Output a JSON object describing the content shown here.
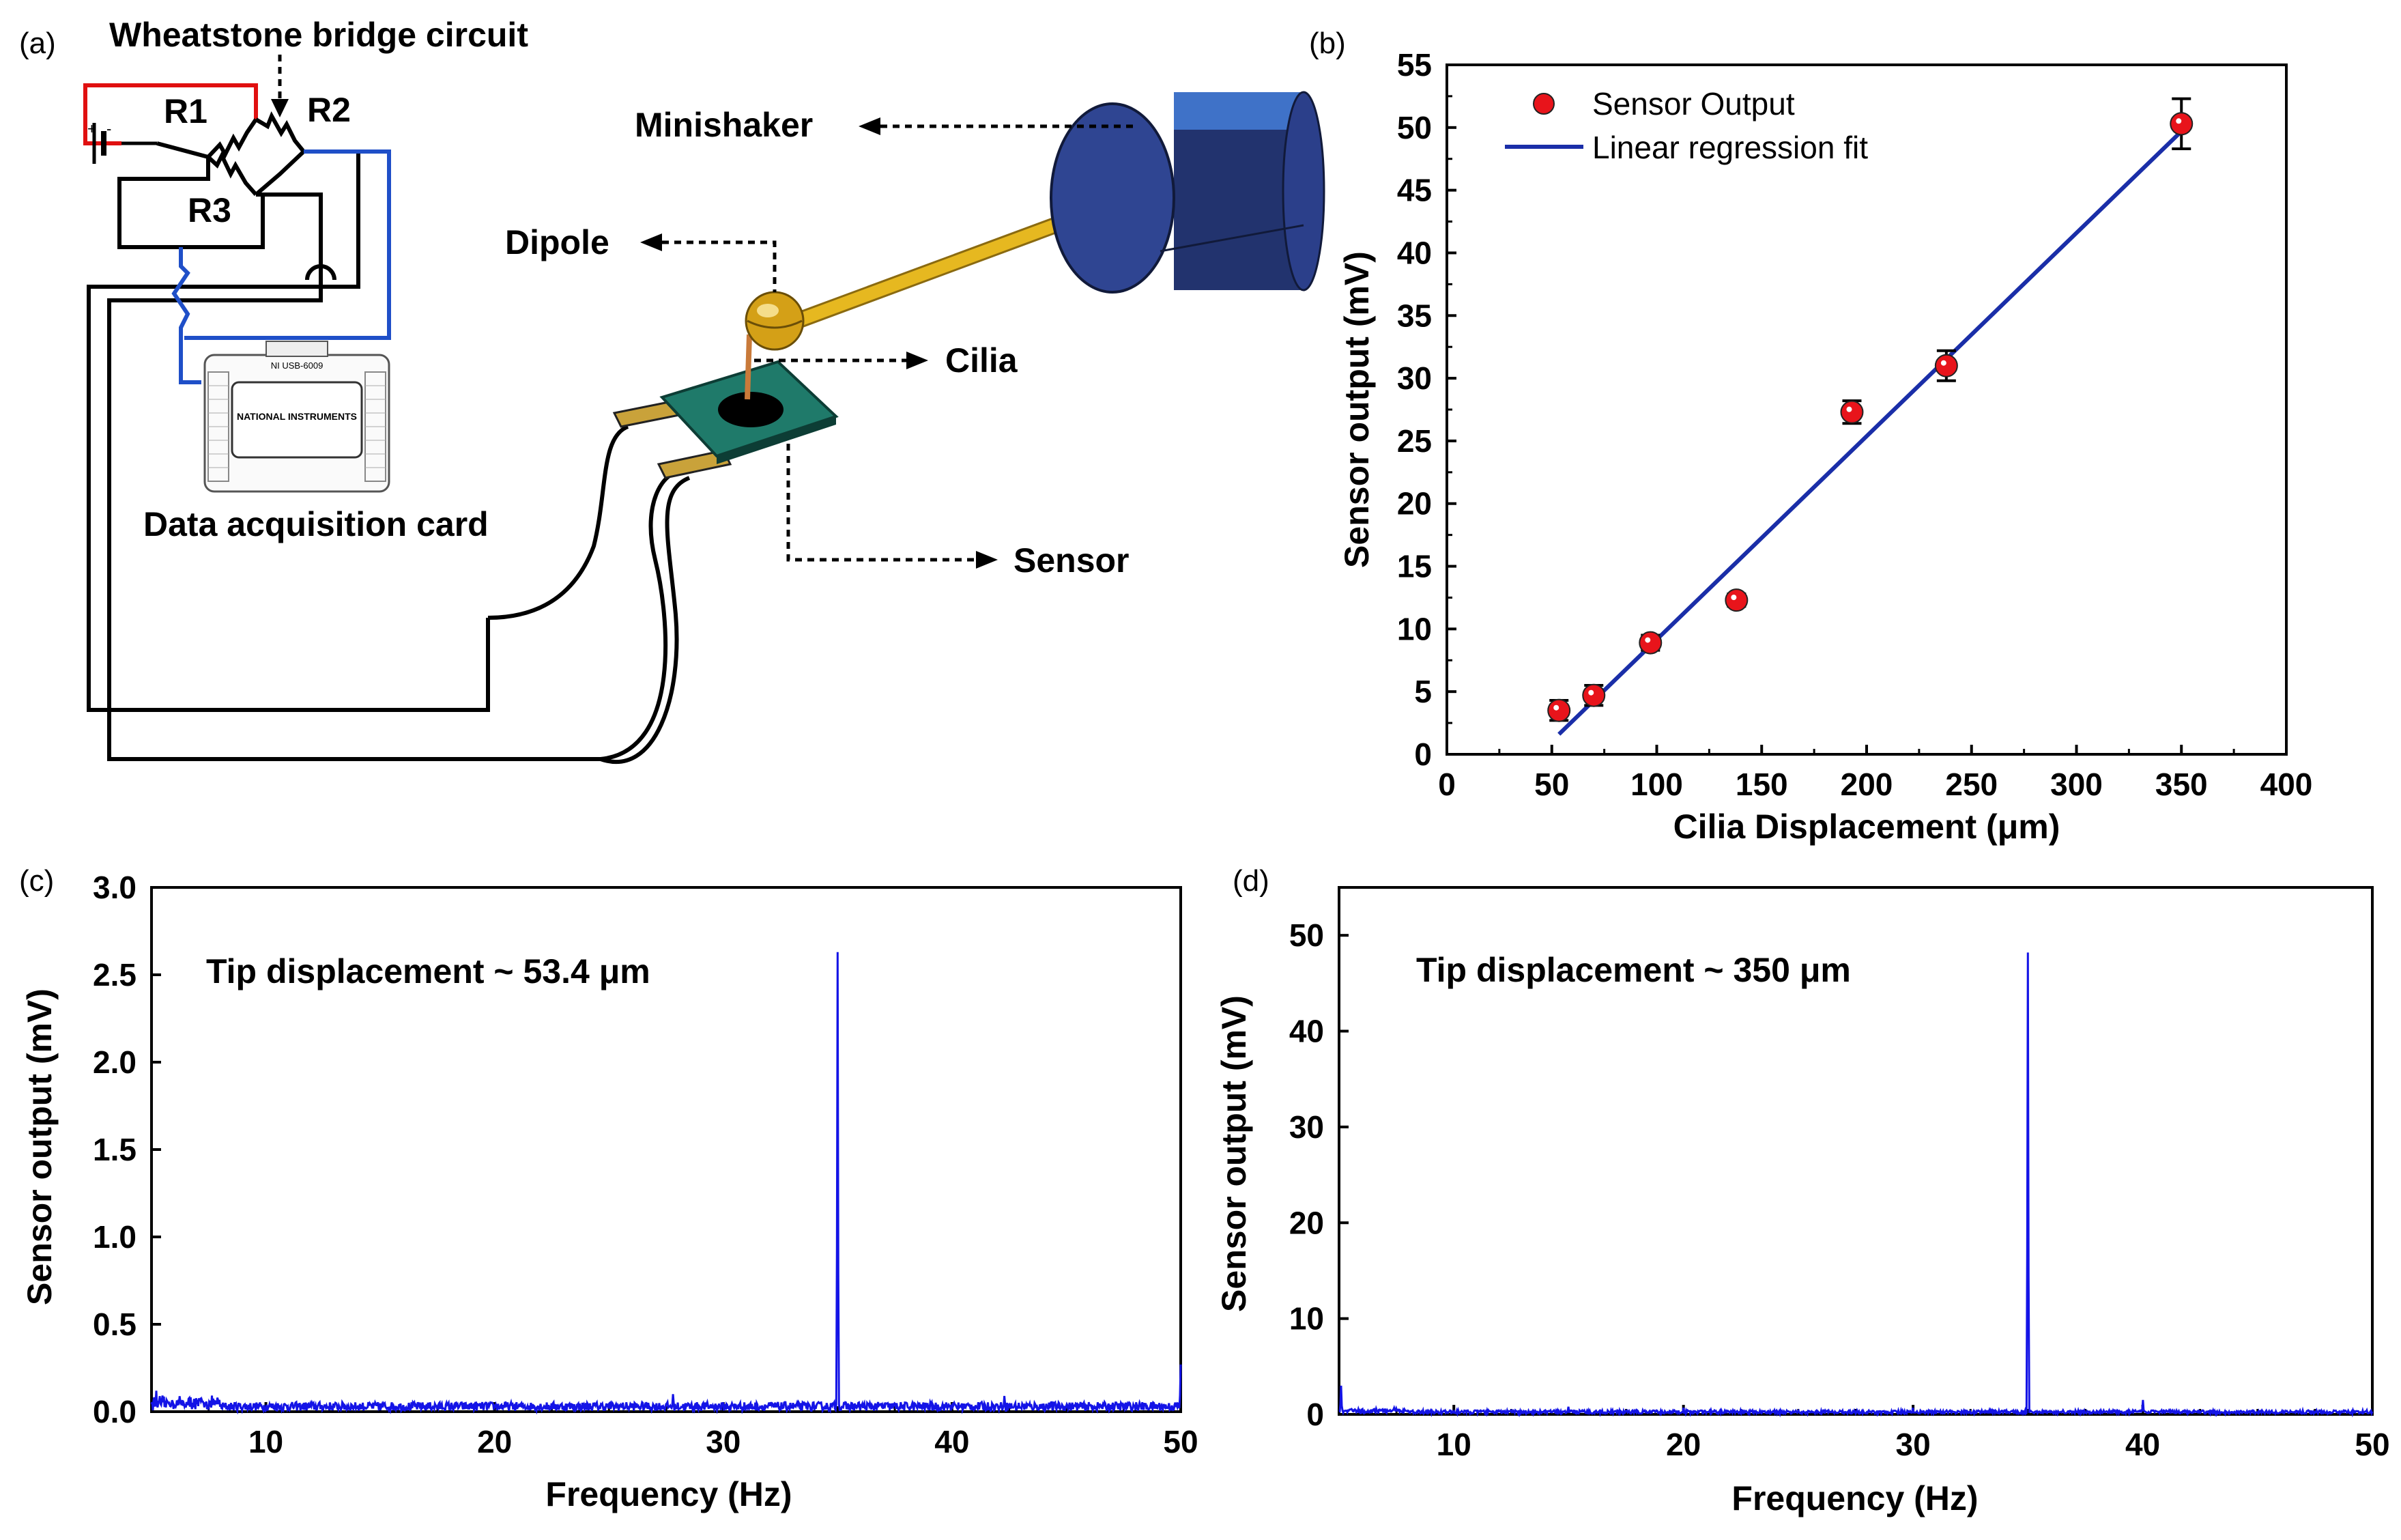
{
  "panel_labels": {
    "a": "(a)",
    "b": "(b)",
    "c": "(c)",
    "d": "(d)"
  },
  "schematic": {
    "wheatstone": "Wheatstone bridge circuit",
    "r1": "R1",
    "r2": "R2",
    "r3": "R3",
    "daq": "Data acquisition card",
    "minishaker": "Minishaker",
    "dipole": "Dipole",
    "cilia": "Cilia",
    "sensor": "Sensor",
    "daq_brand": "NATIONAL INSTRUMENTS",
    "daq_model": "NI USB-6009"
  },
  "colors": {
    "data_red": "#e8141b",
    "fit_blue": "#1a2ea8",
    "spectrum_blue": "#1414e6",
    "wire_red": "#e01010",
    "wire_blue": "#1f4fc8",
    "shaker_blue": "#2b3f8a",
    "dipole_gold": "#d4a017",
    "pcb_green": "#1f7a6a"
  },
  "chart_data": [
    {
      "id": "b",
      "type": "scatter",
      "xlabel": "Cilia Displacement (μm)",
      "ylabel": "Sensor output (mV)",
      "xlim": [
        0,
        400
      ],
      "ylim": [
        0,
        55
      ],
      "xticks": [
        0,
        50,
        100,
        150,
        200,
        250,
        300,
        350,
        400
      ],
      "yticks": [
        0,
        5,
        10,
        15,
        20,
        25,
        30,
        35,
        40,
        45,
        50,
        55
      ],
      "grid": false,
      "legend_position": "top-left",
      "series": [
        {
          "name": "Sensor Output",
          "kind": "scatter",
          "x": [
            53.4,
            70,
            97,
            138,
            193,
            238,
            350
          ],
          "y": [
            3.5,
            4.7,
            8.9,
            12.3,
            27.3,
            31.0,
            50.3
          ],
          "err": [
            0.8,
            0.8,
            0.6,
            0.5,
            0.9,
            1.2,
            2.0
          ]
        },
        {
          "name": "Linear regression fit",
          "kind": "line",
          "x": [
            53.4,
            350
          ],
          "y": [
            1.6,
            49.7
          ]
        }
      ]
    },
    {
      "id": "c",
      "type": "line",
      "xlabel": "Frequency (Hz)",
      "ylabel": "Sensor output (mV)",
      "xlim": [
        5,
        50
      ],
      "ylim": [
        0,
        3.0
      ],
      "xticks": [
        10,
        20,
        30,
        40,
        50
      ],
      "yticks": [
        "0.0",
        "0.5",
        "1.0",
        "1.5",
        "2.0",
        "2.5",
        "3.0"
      ],
      "annotation": "Tip displacement ~ 53.4 μm",
      "baseline": 0.03,
      "peaks": [
        {
          "x": 35,
          "y": 2.63
        },
        {
          "x": 27.8,
          "y": 0.1
        },
        {
          "x": 42.3,
          "y": 0.09
        },
        {
          "x": 5.2,
          "y": 0.12
        },
        {
          "x": 50,
          "y": 0.27
        }
      ]
    },
    {
      "id": "d",
      "type": "line",
      "xlabel": "Frequency (Hz)",
      "ylabel": "Sensor output (mV)",
      "xlim": [
        5,
        50
      ],
      "ylim": [
        0,
        55
      ],
      "xticks": [
        10,
        20,
        30,
        40,
        50
      ],
      "yticks": [
        0,
        10,
        20,
        30,
        40,
        50
      ],
      "annotation": "Tip displacement ~ 350 μm",
      "baseline": 0.25,
      "peaks": [
        {
          "x": 35,
          "y": 48.2
        },
        {
          "x": 40,
          "y": 1.5
        },
        {
          "x": 5.1,
          "y": 3.0
        },
        {
          "x": 15,
          "y": 0.8
        },
        {
          "x": 20,
          "y": 0.7
        },
        {
          "x": 30,
          "y": 0.7
        }
      ]
    }
  ]
}
